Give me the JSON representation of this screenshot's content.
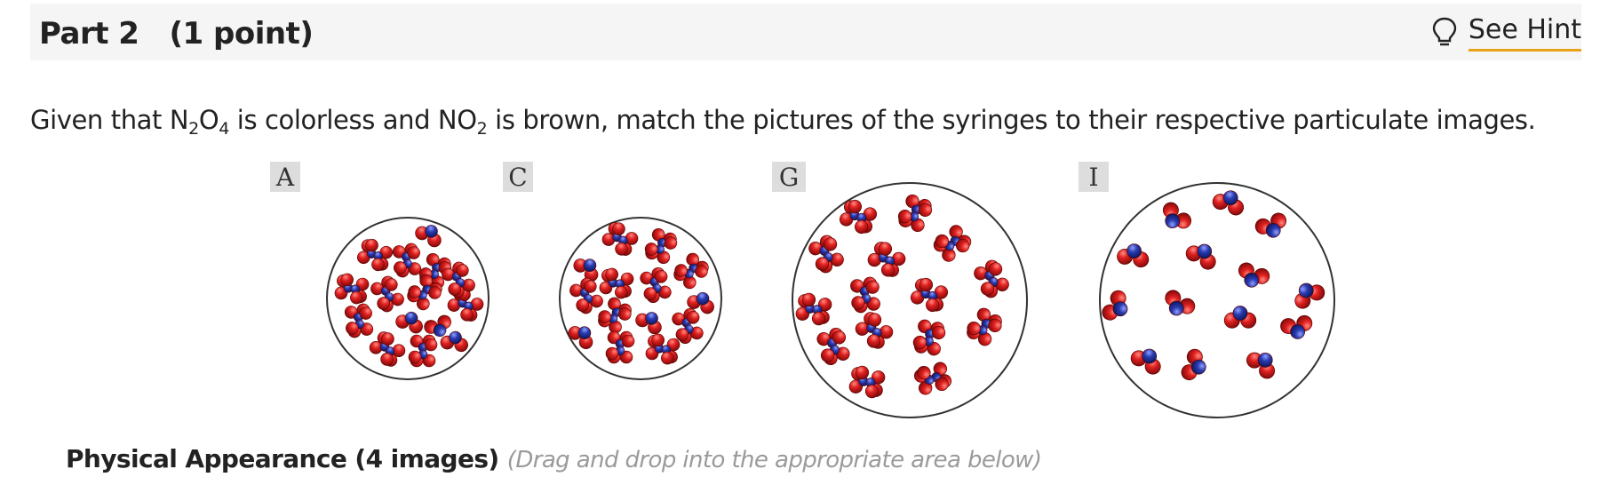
{
  "header": {
    "title": "Part 2   (1 point)",
    "hint_label": "See Hint"
  },
  "question": {
    "prefix": "Given that N",
    "sub1": "2",
    "mid1": "O",
    "sub2": "4",
    "mid2": " is colorless and NO",
    "sub3": "2",
    "suffix": " is brown, match the pictures of the syringes to their respective particulate images."
  },
  "images": [
    {
      "label": "A",
      "type": "N2O4-dense"
    },
    {
      "label": "C",
      "type": "N2O4-dense"
    },
    {
      "label": "G",
      "type": "N2O4-sparse"
    },
    {
      "label": "I",
      "type": "NO2-sparse"
    }
  ],
  "section": {
    "title": "Physical Appearance (4 images)",
    "hint": "(Drag and drop into the appropriate area below)"
  },
  "colors": {
    "oxygen": "#e02020",
    "nitrogen": "#2a3bb0",
    "hint_underline": "#e8a317"
  },
  "icons": {
    "hint": "lightbulb-icon"
  }
}
